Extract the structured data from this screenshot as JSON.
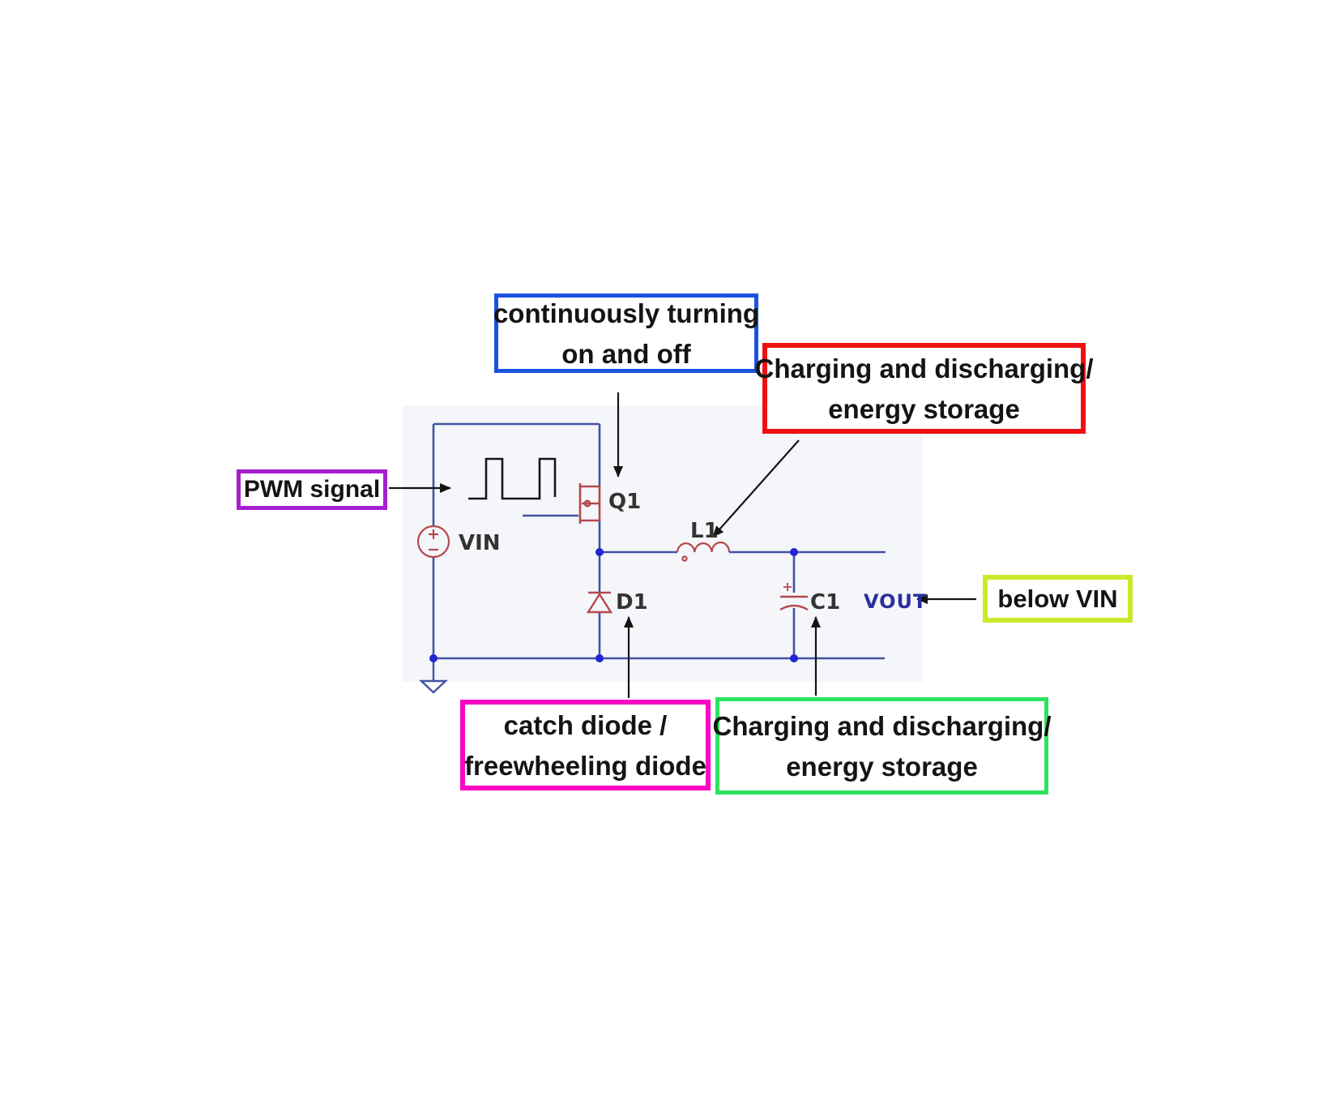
{
  "annotations": {
    "switching": {
      "line1": "continuously turning",
      "line2": "on and off"
    },
    "inductor_role": {
      "line1": "Charging and discharging/",
      "line2": "energy storage"
    },
    "pwm": {
      "label": "PWM signal"
    },
    "output_level": {
      "label": "below VIN"
    },
    "diode_role": {
      "line1": "catch diode /",
      "line2": "freewheeling diode"
    },
    "capacitor_role": {
      "line1": "Charging and discharging/",
      "line2": "energy storage"
    }
  },
  "components": {
    "source_label": "VIN",
    "mosfet_label": "Q1",
    "inductor_label": "L1",
    "diode_label": "D1",
    "capacitor_label": "C1",
    "output_label": "VOUT"
  },
  "colors": {
    "switching_border": "#1a53e0",
    "inductor_border": "#ee1010",
    "pwm_border": "#a620cf",
    "output_border": "#cde82a",
    "diode_border": "#fb06c4",
    "capacitor_border": "#2ee35f",
    "wire": "#4253a3",
    "junction": "#2026d4",
    "component": "#b4494e",
    "vout_text": "#2b2f9e"
  }
}
